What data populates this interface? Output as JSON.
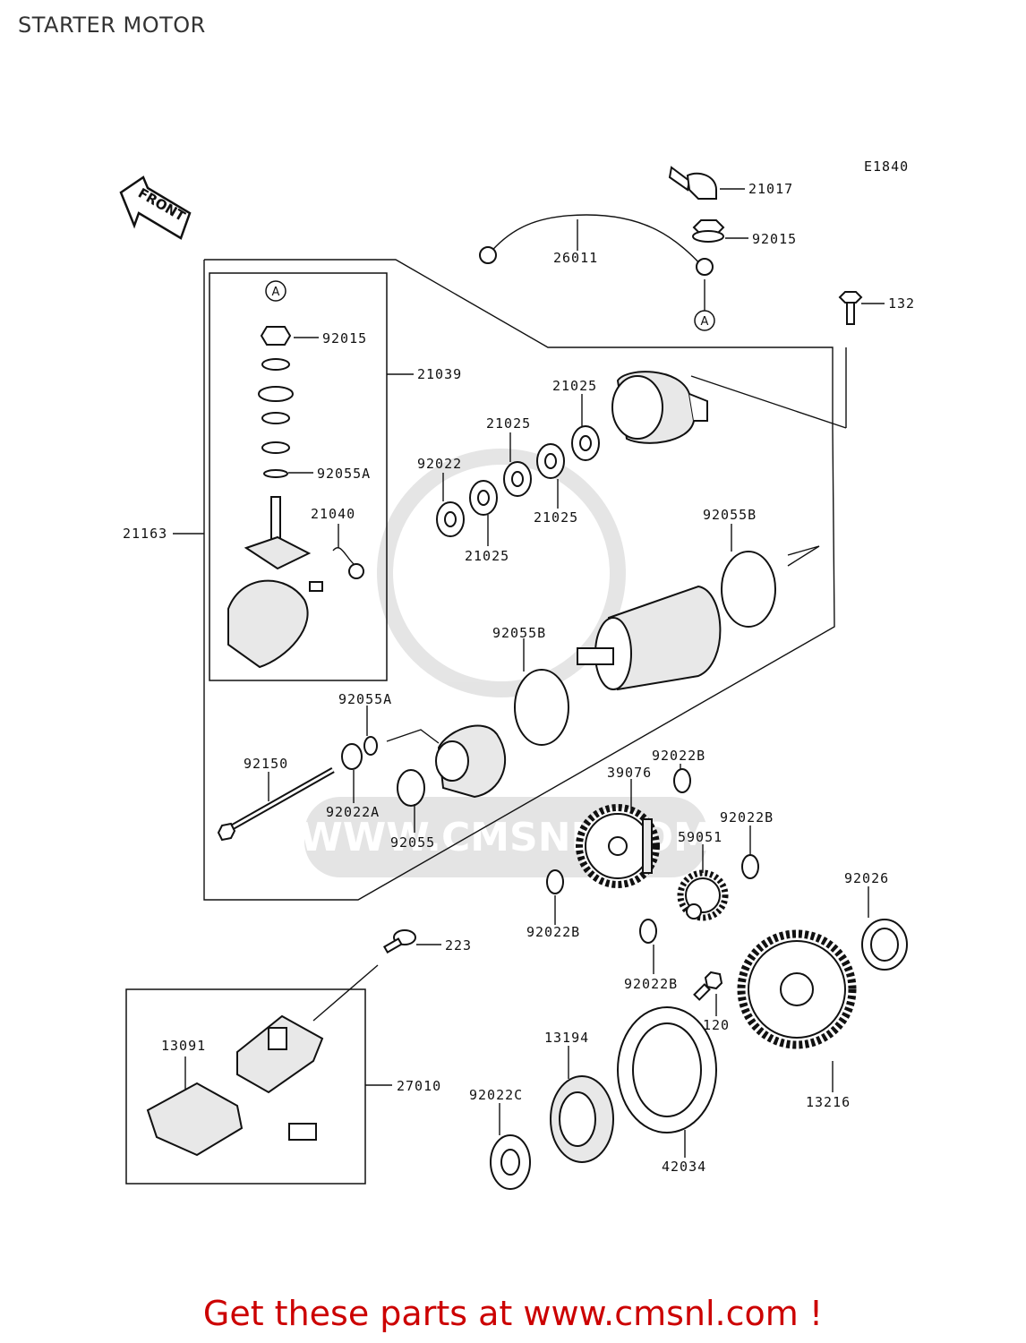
{
  "page": {
    "title": "STARTER MOTOR",
    "code": "E1840",
    "promo": "Get these parts at www.cmsnl.com !",
    "front_label": "FRONT",
    "ref_mark": "A",
    "watermark": "WWW.CMSNL.COM"
  },
  "parts": {
    "p21017": "21017",
    "p92015_top": "92015",
    "p26011": "26011",
    "p132": "132",
    "p92015_box": "92015",
    "p21039": "21039",
    "p92055A_box": "92055A",
    "p21040": "21040",
    "p21163": "21163",
    "p21025_a": "21025",
    "p21025_b": "21025",
    "p21025_c": "21025",
    "p21025_d": "21025",
    "p92022": "92022",
    "p92055B_a": "92055B",
    "p92055B_b": "92055B",
    "p92055A": "92055A",
    "p92150": "92150",
    "p92022A": "92022A",
    "p92055": "92055",
    "p39076": "39076",
    "p92022B_a": "92022B",
    "p92022B_b": "92022B",
    "p59051": "59051",
    "p92022B_c": "92022B",
    "p92022B_d": "92022B",
    "p92026": "92026",
    "p223": "223",
    "p120": "120",
    "p13091": "13091",
    "p27010": "27010",
    "p13194": "13194",
    "p92022C": "92022C",
    "p42034": "42034",
    "p13216": "13216"
  }
}
